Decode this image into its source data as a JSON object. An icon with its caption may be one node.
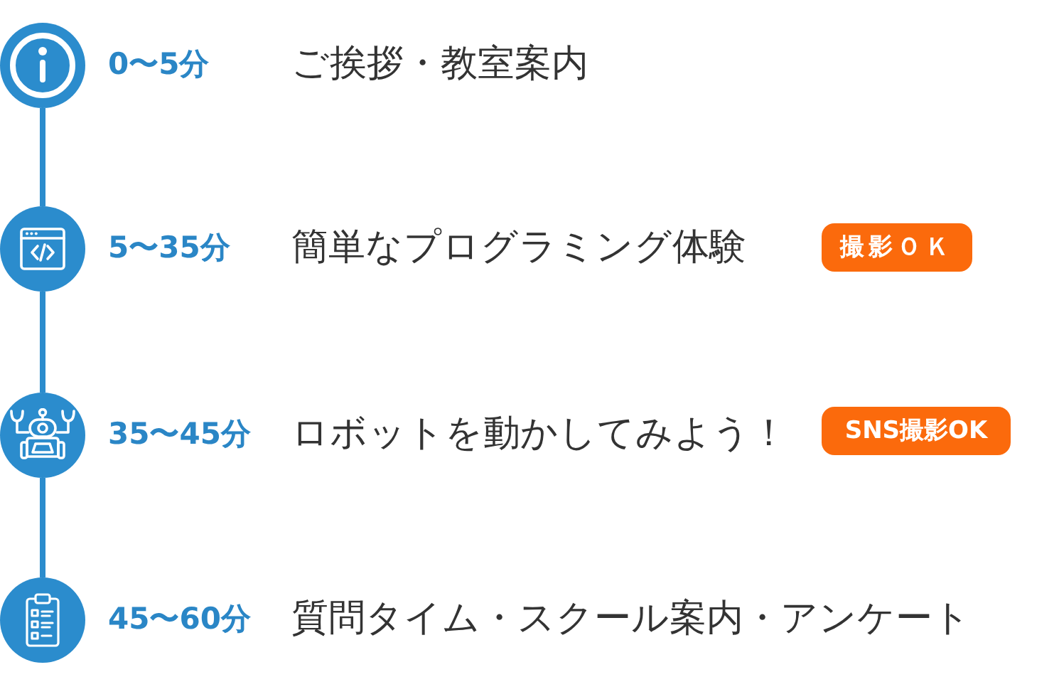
{
  "diagram": {
    "nodes": [
      {
        "text": [],
        "shape": "circle",
        "beside": [
          "0〜5分",
          "ご挨拶・教室案内"
        ]
      },
      {
        "text": [],
        "shape": "circle",
        "beside": [
          "5〜35分",
          "簡単なプログラミング体験"
        ]
      },
      {
        "text": [
          "撮影ＯＫ"
        ]
      },
      {
        "text": [],
        "shape": "circle",
        "beside": [
          "35〜45分",
          "ロボットを動かしてみよう！"
        ]
      },
      {
        "text": [
          "SNS撮影OK"
        ]
      },
      {
        "text": [],
        "shape": "circle",
        "beside": [
          "45〜60分",
          "質問タイム・スクール案内・アンケート"
        ]
      }
    ],
    "edges": [
      {
        "from": 0,
        "to": 1,
        "arrow": "none"
      },
      {
        "from": 1,
        "to": 3,
        "arrow": "none"
      },
      {
        "from": 3,
        "to": 5,
        "arrow": "none"
      }
    ]
  }
}
